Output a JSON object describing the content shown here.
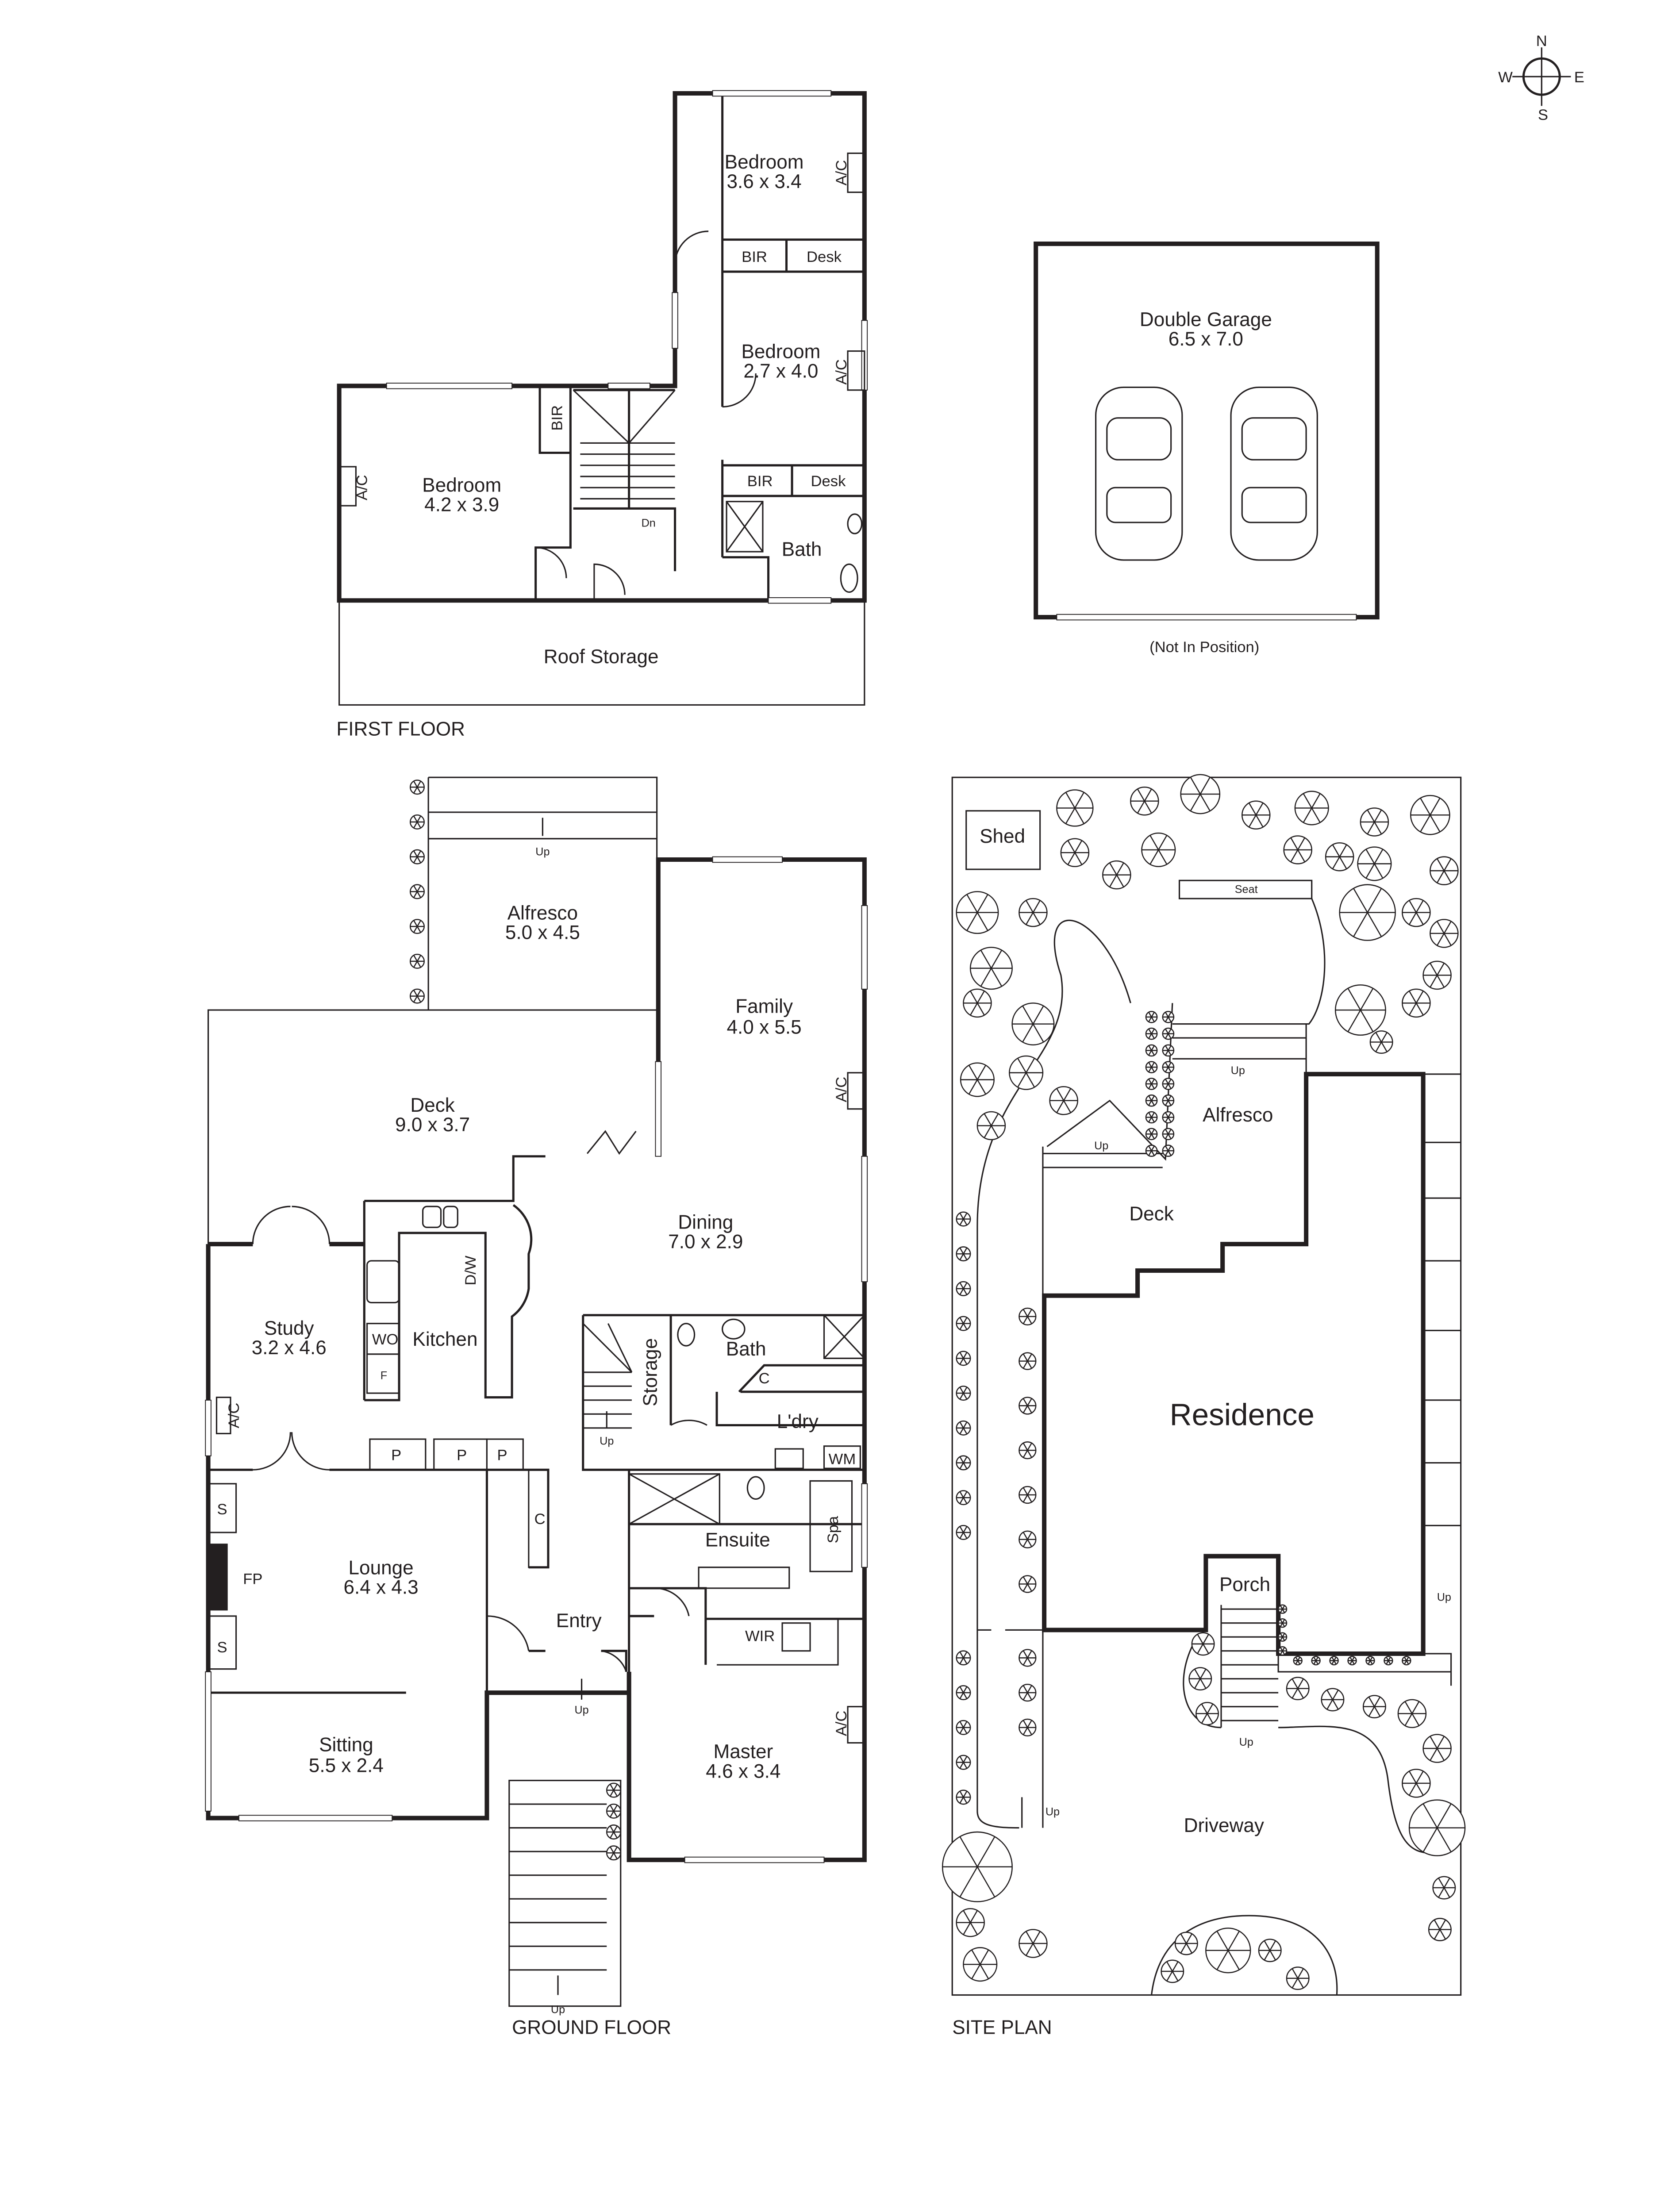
{
  "compass": {
    "n": "N",
    "e": "E",
    "s": "S",
    "w": "W"
  },
  "first_floor": {
    "title": "FIRST FLOOR",
    "bedroom_1": {
      "name": "Bedroom",
      "size": "3.6 x 3.4"
    },
    "bedroom_2": {
      "name": "Bedroom",
      "size": "2.7 x 4.0"
    },
    "bedroom_3": {
      "name": "Bedroom",
      "size": "4.2 x 3.9"
    },
    "bath": "Bath",
    "roof_storage": "Roof Storage",
    "bir_1": "BIR",
    "desk_1": "Desk",
    "bir_2": "BIR",
    "desk_2": "Desk",
    "bir_3": "BIR",
    "ac_1": "A/C",
    "ac_2": "A/C",
    "ac_3": "A/C",
    "stairs_dn": "Dn"
  },
  "garage": {
    "name": "Double Garage",
    "size": "6.5 x 7.0",
    "note": "(Not In Position)"
  },
  "ground_floor": {
    "title": "GROUND FLOOR",
    "alfresco": {
      "name": "Alfresco",
      "size": "5.0 x 4.5"
    },
    "family": {
      "name": "Family",
      "size": "4.0 x 5.5"
    },
    "deck": {
      "name": "Deck",
      "size": "9.0 x 3.7"
    },
    "dining": {
      "name": "Dining",
      "size": "7.0 x 2.9"
    },
    "study": {
      "name": "Study",
      "size": "3.2 x 4.6"
    },
    "lounge": {
      "name": "Lounge",
      "size": "6.4 x 4.3"
    },
    "sitting": {
      "name": "Sitting",
      "size": "5.5 x 2.4"
    },
    "master": {
      "name": "Master",
      "size": "4.6 x 3.4"
    },
    "kitchen": "Kitchen",
    "dw": "D/W",
    "wo": "WO",
    "fridge": "F",
    "storage": "Storage",
    "bath": "Bath",
    "laundry": "L'dry",
    "wm": "WM",
    "ensuite": "Ensuite",
    "spa": "Spa",
    "entry": "Entry",
    "wir": "WIR",
    "fp": "FP",
    "s_1": "S",
    "s_2": "S",
    "c_1": "C",
    "c_2": "C",
    "pantry": [
      "P",
      "P",
      "P"
    ],
    "ac_family": "A/C",
    "ac_study": "A/C",
    "ac_master": "A/C",
    "up_alfresco": "Up",
    "up_stairs": "Up",
    "up_entry": "Up",
    "up_front": "Up"
  },
  "site_plan": {
    "title": "SITE PLAN",
    "shed": "Shed",
    "seat": "Seat",
    "alfresco": "Alfresco",
    "deck": "Deck",
    "residence": "Residence",
    "porch": "Porch",
    "driveway": "Driveway",
    "up_labels": [
      "Up",
      "Up",
      "Up",
      "Up",
      "Up"
    ]
  }
}
